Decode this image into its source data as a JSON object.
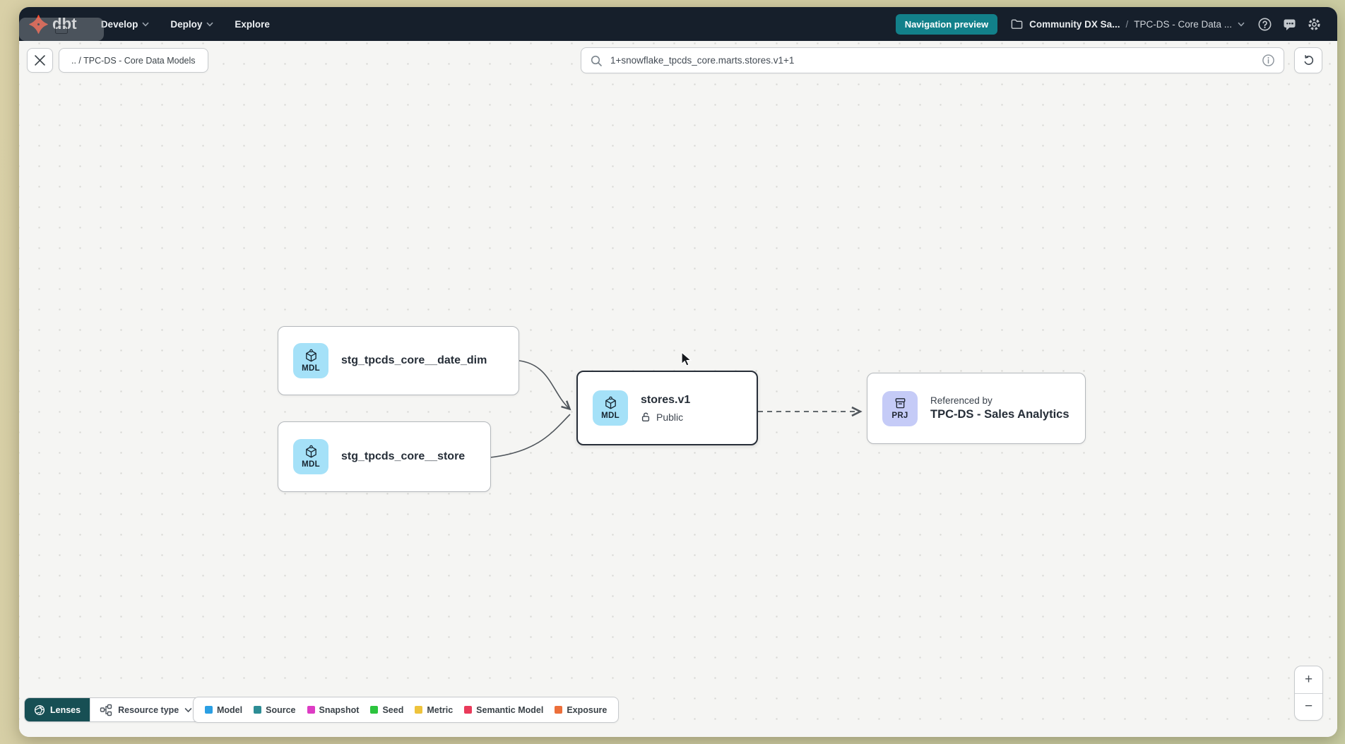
{
  "navbar": {
    "logo": "dbt",
    "menu": [
      {
        "label": "Develop"
      },
      {
        "label": "Deploy"
      },
      {
        "label": "Explore"
      }
    ],
    "preview_badge": "Navigation preview",
    "breadcrumb": {
      "project": "Community DX Sa...",
      "separator": "/",
      "page": "TPC-DS - Core Data ..."
    }
  },
  "toolbar": {
    "path_chip": ".. / TPC-DS - Core Data Models",
    "search_value": "1+snowflake_tpcds_core.marts.stores.v1+1"
  },
  "graph": {
    "nodes": {
      "date_dim": {
        "badge": "MDL",
        "title": "stg_tpcds_core__date_dim"
      },
      "store": {
        "badge": "MDL",
        "title": "stg_tpcds_core__store"
      },
      "stores_v1": {
        "badge": "MDL",
        "title": "stores.v1",
        "access": "Public"
      },
      "sales_analytics": {
        "badge": "PRJ",
        "kicker": "Referenced by",
        "title": "TPC-DS - Sales Analytics"
      }
    }
  },
  "footer": {
    "lenses": "Lenses",
    "resource_type": "Resource type",
    "legend": [
      {
        "label": "Model",
        "color": "#2b9fe3"
      },
      {
        "label": "Source",
        "color": "#2d8d95"
      },
      {
        "label": "Snapshot",
        "color": "#dd3cc4"
      },
      {
        "label": "Seed",
        "color": "#2cc43e"
      },
      {
        "label": "Metric",
        "color": "#eec33c"
      },
      {
        "label": "Semantic Model",
        "color": "#e93a5a"
      },
      {
        "label": "Exposure",
        "color": "#ec6f3a"
      }
    ]
  },
  "zoom_controls": {
    "zoom_in": "+",
    "zoom_out": "−"
  }
}
